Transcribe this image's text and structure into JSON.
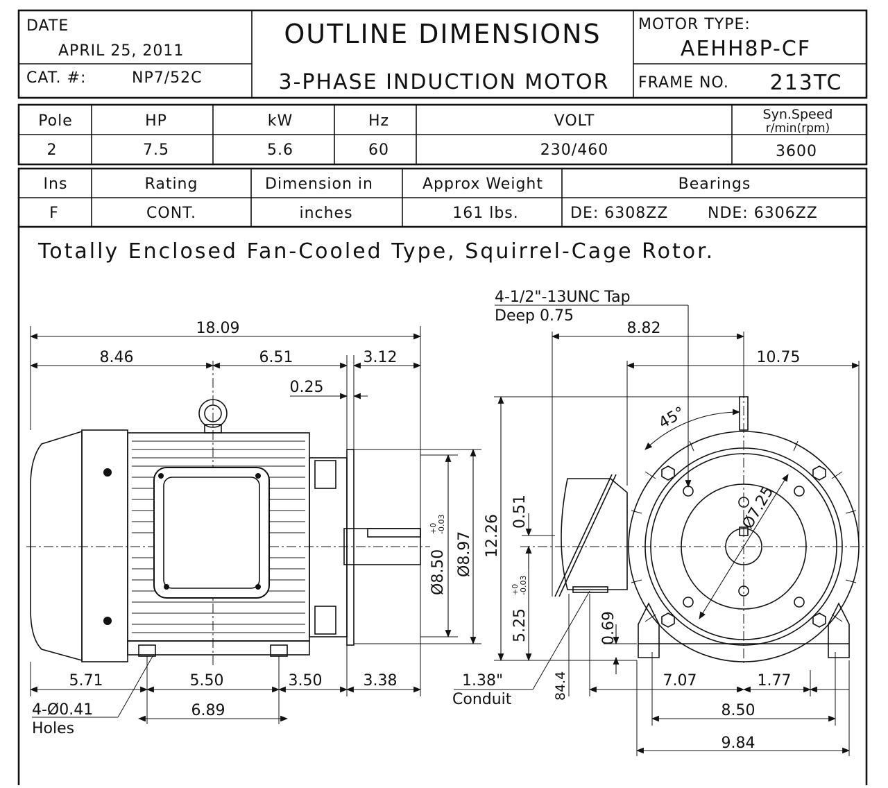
{
  "title_block": {
    "date_label": "DATE",
    "date_value": "APRIL 25, 2011",
    "cat_label": "CAT. #:",
    "cat_value": "NP7/52C",
    "title_line1": "OUTLINE DIMENSIONS",
    "title_line2": "3-PHASE INDUCTION MOTOR",
    "motor_type_label": "MOTOR TYPE:",
    "motor_type_value": "AEHH8P-CF",
    "frame_label": "FRAME NO.",
    "frame_value": "213TC"
  },
  "spec_table_1": {
    "headers": [
      "Pole",
      "HP",
      "kW",
      "Hz",
      "VOLT",
      "Syn.Speed",
      "r/min(rpm)"
    ],
    "values": [
      "2",
      "7.5",
      "5.6",
      "60",
      "230/460",
      "3600"
    ]
  },
  "spec_table_2": {
    "headers": [
      "Ins",
      "Rating",
      "Dimension in",
      "Approx Weight",
      "Bearings"
    ],
    "values": [
      "F",
      "CONT.",
      "inches",
      "161 lbs.",
      "DE: 6308ZZ",
      "NDE: 6306ZZ"
    ]
  },
  "description": "Totally Enclosed Fan-Cooled Type, Squirrel-Cage Rotor.",
  "dimensions_side": {
    "overall": "18.09",
    "d_846": "8.46",
    "d_651": "6.51",
    "d_312": "3.12",
    "d_025": "0.25",
    "d_571": "5.71",
    "d_550": "5.50",
    "d_350": "3.50",
    "d_338": "3.38",
    "d_689": "6.89",
    "holes_line1": "4-Ø0.41",
    "holes_line2": "Holes",
    "d_850": "Ø8.50",
    "d_850_tol_plus": "+0",
    "d_850_tol_minus": "-0.03",
    "d_897": "Ø8.97"
  },
  "dimensions_front": {
    "tap_line1": "4-1/2\"-13UNC Tap",
    "tap_line2": "Deep 0.75",
    "d_882": "8.82",
    "d_1075": "10.75",
    "d_1226": "12.26",
    "d_051": "0.51",
    "d_525": "5.25",
    "d_525_tol_plus": "+0",
    "d_525_tol_minus": "-0.03",
    "d_069": "0.69",
    "d_844": "84.4",
    "conduit_line1": "1.38\"",
    "conduit_line2": "Conduit",
    "angle": "45°",
    "d_725": "Ø7.25",
    "d_707": "7.07",
    "d_177": "1.77",
    "d_850b": "8.50",
    "d_984": "9.84"
  }
}
